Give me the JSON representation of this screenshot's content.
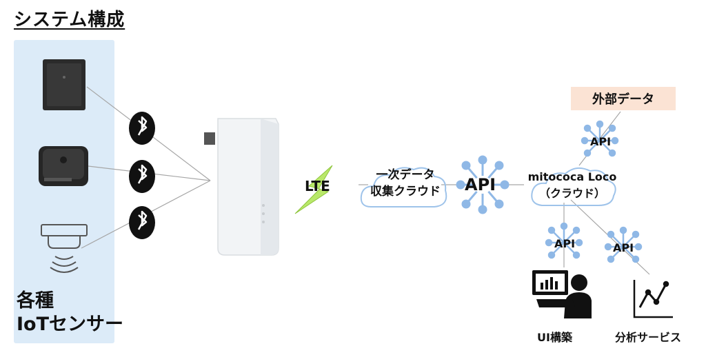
{
  "title": "システム構成",
  "sensors": {
    "caption_line1": "各種",
    "caption_line2": "IoTセンサー",
    "items": [
      {
        "icon": "square-tag-sensor-icon"
      },
      {
        "icon": "button-beacon-sensor-icon"
      },
      {
        "icon": "ceiling-sensor-icon"
      }
    ],
    "link_icon": "bluetooth-icon"
  },
  "gateway": {
    "icon": "gateway-device-icon"
  },
  "lte_label": "LTE",
  "primary_cloud": {
    "line1": "一次データ",
    "line2": "収集クラウド"
  },
  "api_main": "API",
  "mitococa": {
    "line1": "mitococa Loco",
    "line2": "（クラウド）"
  },
  "external_data": "外部データ",
  "api_external": "API",
  "api_ui": "API",
  "api_analysis": "API",
  "ui_label": "UI構築",
  "analysis_label": "分析サービス",
  "colors": {
    "sensor_panel": "#dcebf8",
    "external_box": "#fbe3d4",
    "api_node": "#8fb8e6",
    "lightning": "#b9e86a",
    "line": "#a6a6a6"
  }
}
